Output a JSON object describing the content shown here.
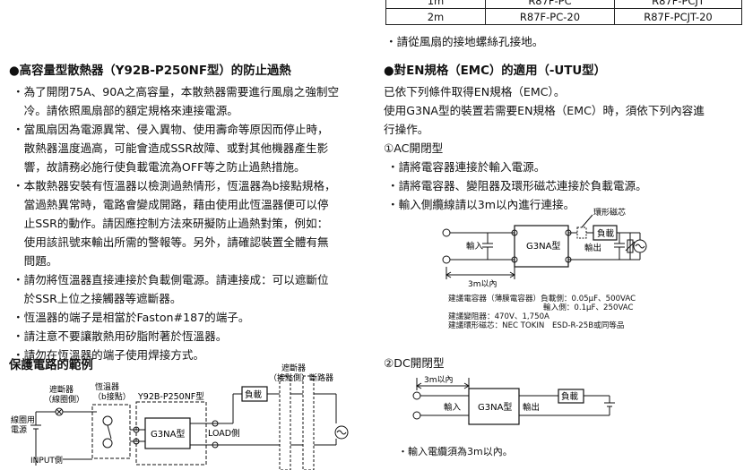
{
  "spec_table": {
    "rows": [
      [
        "1m",
        "R87F-PC",
        "R87F-PCJT"
      ],
      [
        "2m",
        "R87F-PC-20",
        "R87F-PCJT-20"
      ]
    ]
  },
  "fan_ground_note": "・請從風扇的接地螺絲孔接地。",
  "left": {
    "heading": "●高容量型散熱器（Y92B-P250NF型）的防止過熱",
    "lines": [
      "・為了開閉75A、90A之高容量，本散熱器需要進行風扇之強制空",
      "　冷。請依照風扇部的額定規格來連接電源。",
      "・當風扇因為電源異常、侵入異物、使用壽命等原因而停止時，",
      "　散熱器溫度過高，可能會造成SSR故障、或對其他機器產生影",
      "　響，故請務必施行使負載電流為OFF等之防止過熱措施。",
      "・本散熱器安裝有恆溫器以檢測過熱情形，恆溫器為b接點規格，",
      "　當過熱異常時，電路會變成開路，藉由使用此恆溫器便可以停",
      "　止SSR的動作。請因應控制方法來研擬防止過熱對策，例如：",
      "　使用該訊號來輸出所需的警報等。另外，請確認裝置全體有無",
      "　問題。",
      "・請勿將恆溫器直接連接於負載側電源。請連接成：可以遮斷位",
      "　於SSR上位之接觸器等遮斷器。",
      "・恆溫器的端子是相當於Faston#187的端子。",
      "・請注意不要讓散熱用矽脂附著於恆溫器。",
      "・請勿在恆溫器的端子使用焊接方式。"
    ],
    "protection_heading": "保護電路的範例",
    "diagram": {
      "breaker_label_1": "遮斷器",
      "breaker_label_2": "（線圈側）",
      "thermostat_label_1": "恆溫器",
      "thermostat_label_2": "（b接點）",
      "heatsink_model": "Y92B-P250NF型",
      "ssr_label": "G3NA型",
      "load_side": "LOAD側",
      "load_label": "負載",
      "coil_power_1": "線圈用",
      "coil_power_2": "電源",
      "input_side": "INPUT側",
      "right_breaker_1": "遮斷器",
      "right_breaker_2": "（接點側）斷路器"
    }
  },
  "right": {
    "heading": "●對EN規格（EMC）的適用（-UTU型）",
    "intro_1": "已依下列條件取得EN規格（EMC）。",
    "intro_2": "使用G3NA型的裝置若需要EN規格（EMC）時，須依下列內容進",
    "intro_3": "行操作。",
    "ac_title": "①AC開閉型",
    "ac_items": [
      "・請將電容器連接於輸入電源。",
      "・請將電容器、變阻器及環形磁芯連接於負載電源。",
      "・輸入側纜線請以3m以內進行連接。"
    ],
    "ac_diagram": {
      "ferrite": "環形磁芯",
      "load": "負載",
      "input": "輸入",
      "ssr": "G3NA型",
      "output": "輸出",
      "length": "3m以內"
    },
    "notes": [
      "建議電容器（薄膜電容器）負載側：0.05μF、500VAC",
      "輸入側：0.1μF、250VAC",
      "建議變阻器：470V、1,750A",
      "建議環形磁芯：NEC TOKIN　ESD-R-25B或同等品"
    ],
    "dc_title": "②DC開閉型",
    "dc_diagram": {
      "length": "3m以內",
      "load": "負載",
      "input": "輸入",
      "ssr": "G3NA型",
      "output": "輸出"
    },
    "dc_note": "・輸入電纜須為3m以內。"
  }
}
